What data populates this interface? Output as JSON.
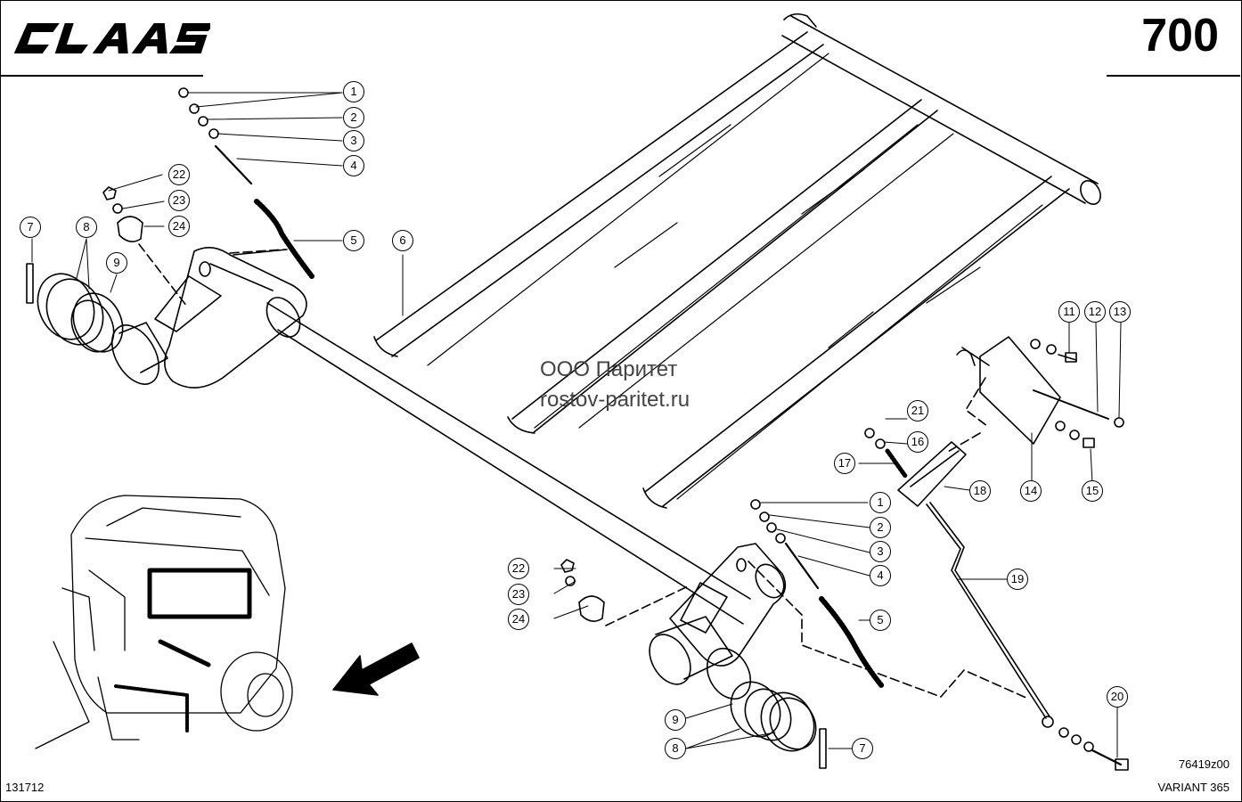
{
  "header": {
    "brand": "CLAAS",
    "page_number": "700"
  },
  "watermark": {
    "line1": "ООО Паритет",
    "line2": "rostov-paritet.ru"
  },
  "footer": {
    "drawing_id": "76419z00",
    "left_code": "131712",
    "model": "VARIANT 365"
  },
  "callouts": {
    "c1a": "1",
    "c2a": "2",
    "c3a": "3",
    "c4a": "4",
    "c5a": "5",
    "c6": "6",
    "c7a": "7",
    "c8a": "8",
    "c9a": "9",
    "c22a": "22",
    "c23a": "23",
    "c24a": "24",
    "c11": "11",
    "c12": "12",
    "c13": "13",
    "c21": "21",
    "c16": "16",
    "c17": "17",
    "c18": "18",
    "c14": "14",
    "c15": "15",
    "c19": "19",
    "c20": "20",
    "c1b": "1",
    "c2b": "2",
    "c3b": "3",
    "c4b": "4",
    "c5b": "5",
    "c22b": "22",
    "c23b": "23",
    "c24b": "24",
    "c9b": "9",
    "c8b": "8",
    "c7b": "7"
  },
  "colors": {
    "ink": "#000000",
    "paper": "#ffffff",
    "watermark": "#444444"
  }
}
